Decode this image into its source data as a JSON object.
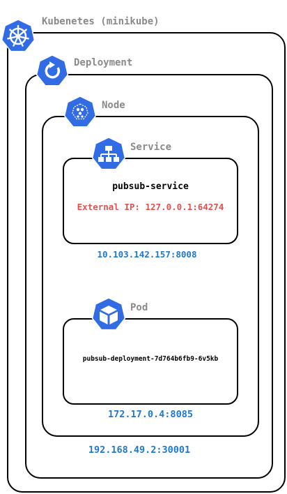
{
  "colors": {
    "badge": "#326ce5",
    "label": "#8a8a8a",
    "address": "#1e78d2",
    "external_ip": "#e0524f",
    "border": "#000000"
  },
  "kubernetes": {
    "label": "Kubenetes (minikube)",
    "icon": "helm-wheel-icon"
  },
  "deployment": {
    "label": "Deployment",
    "icon": "deployment-icon",
    "address": "192.168.49.2:30001"
  },
  "node": {
    "label": "Node",
    "icon": "node-icon",
    "address": "172.17.0.4:8085"
  },
  "service": {
    "label": "Service",
    "icon": "service-icon",
    "name": "pubsub-service",
    "external_ip": "External IP: 127.0.0.1:64274",
    "address": "10.103.142.157:8008"
  },
  "pod": {
    "label": "Pod",
    "icon": "pod-icon",
    "name": "pubsub-deployment-7d764b6fb9-6v5kb"
  }
}
